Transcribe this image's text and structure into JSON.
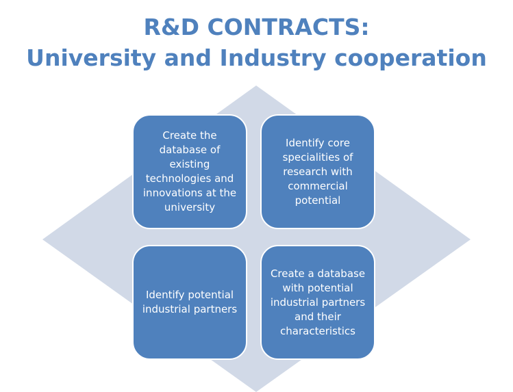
{
  "title": {
    "line1": "R&D CONTRACTS:",
    "line2": "University and Industry cooperation"
  },
  "colors": {
    "title": "#4F81BD",
    "box": "#4F81BD",
    "diamond": "#D1D9E7"
  },
  "boxes": [
    {
      "text": "Create the database of existing technologies and innovations at the university"
    },
    {
      "text": "Identify core specialities of research with commercial potential"
    },
    {
      "text": "Identify potential industrial partners"
    },
    {
      "text": "Create a database with potential industrial partners and their characteristics"
    }
  ]
}
